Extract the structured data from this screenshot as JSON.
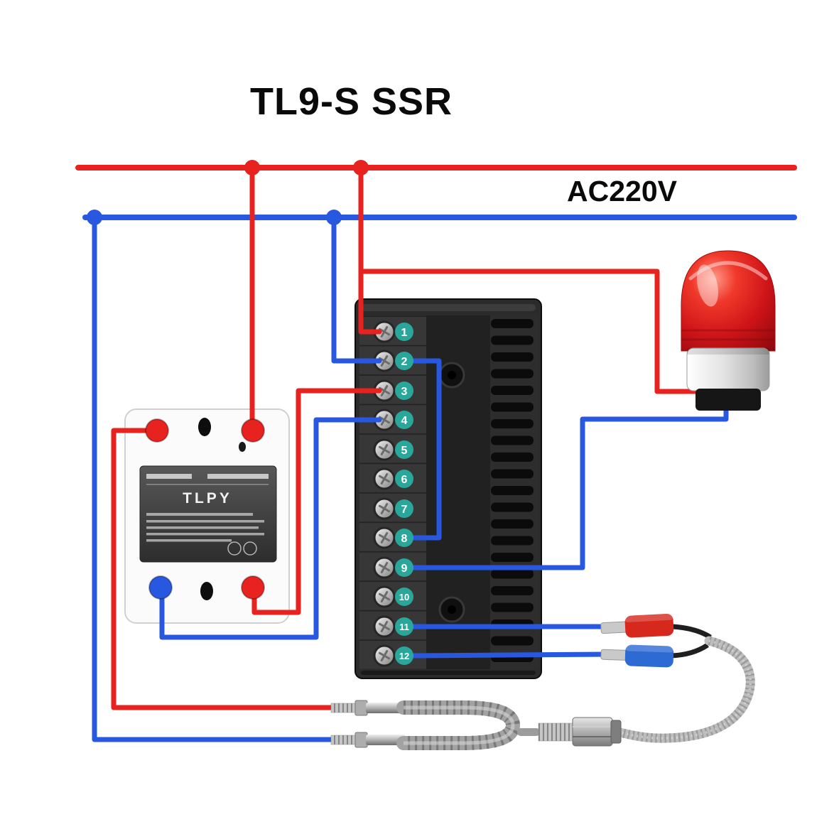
{
  "title": "TL9-S SSR",
  "power_label": "AC220V",
  "colors": {
    "wire_red": "#e8231f",
    "wire_blue": "#2857e0",
    "terminal_badge": "#2aa79b",
    "lamp_red": "#d8151d"
  },
  "terminal_block": {
    "terminals": [
      "1",
      "2",
      "3",
      "4",
      "5",
      "6",
      "7",
      "8",
      "9",
      "10",
      "11",
      "12"
    ]
  },
  "ssr": {
    "brand": "TLPY"
  }
}
